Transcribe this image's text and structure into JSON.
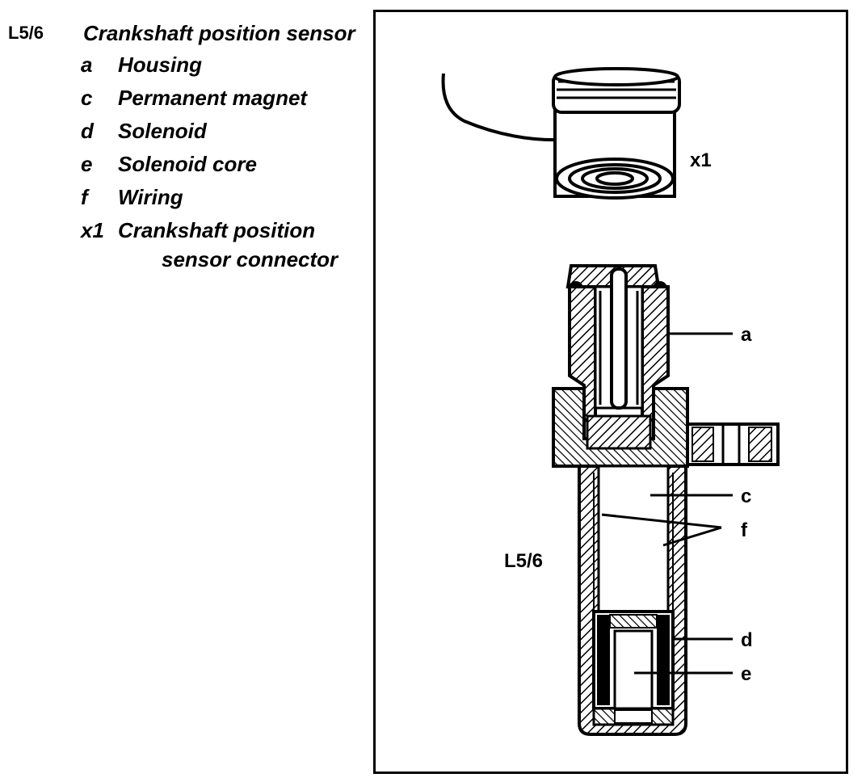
{
  "legend": {
    "code": "L5/6",
    "title": "Crankshaft position sensor",
    "items": [
      {
        "key": "a",
        "label": "Housing"
      },
      {
        "key": "c",
        "label": "Permanent magnet"
      },
      {
        "key": "d",
        "label": "Solenoid"
      },
      {
        "key": "e",
        "label": "Solenoid core"
      },
      {
        "key": "f",
        "label": "Wiring"
      },
      {
        "key": "x1",
        "label": "Crankshaft position",
        "label2": "sensor connector"
      }
    ]
  },
  "figure": {
    "labels": {
      "x1": "x1",
      "a": "a",
      "c": "c",
      "f": "f",
      "d": "d",
      "e": "e",
      "part": "L5/6"
    }
  }
}
